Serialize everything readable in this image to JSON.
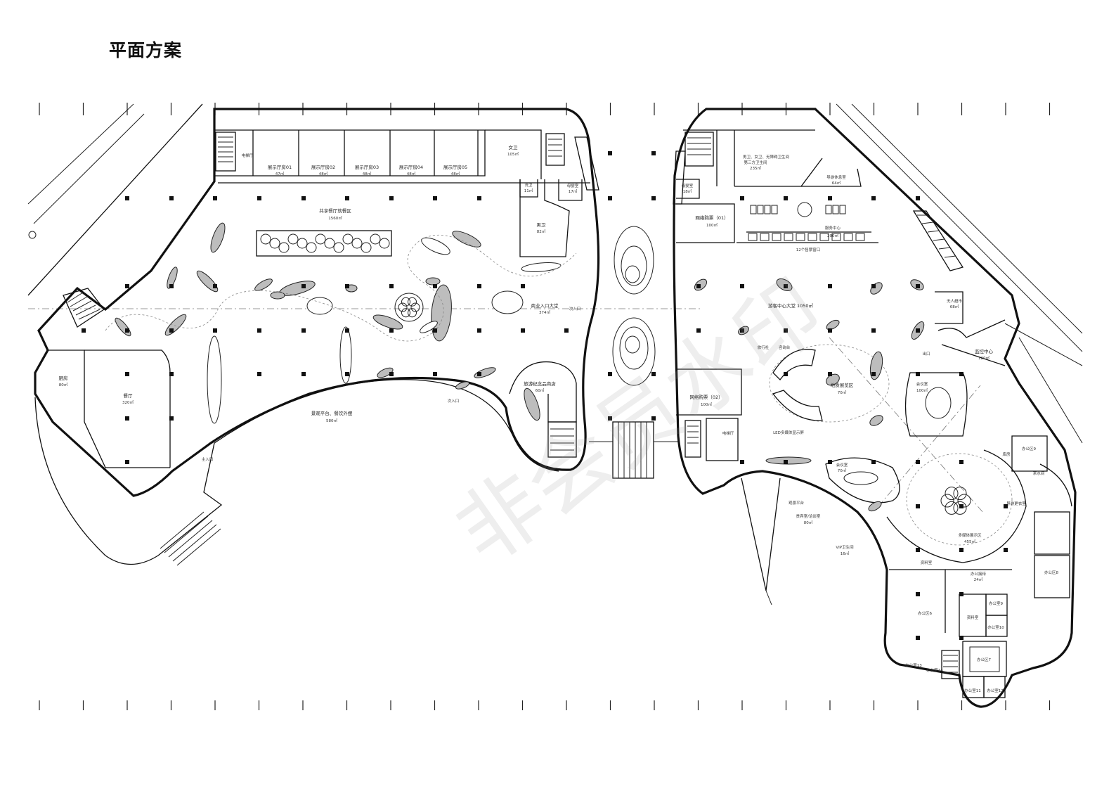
{
  "header": {
    "title": "平面方案"
  },
  "watermark": "非会员水印",
  "rooms": {
    "elevator_hall_1": "电梯厅",
    "ex_hall_01": "展示厅房01",
    "ex_hall_01_area": "47㎡",
    "ex_hall_02": "展示厅房02",
    "ex_hall_02_area": "48㎡",
    "ex_hall_03": "展示厅房03",
    "ex_hall_03_area": "48㎡",
    "ex_hall_04": "展示厅房04",
    "ex_hall_04_area": "48㎡",
    "ex_hall_05": "展示厅房05",
    "ex_hall_05_area": "48㎡",
    "female_wc": "女卫",
    "female_wc_area": "105㎡",
    "janitor": "洗卫",
    "janitor_area": "11㎡",
    "mother_room": "母婴室",
    "mother_room_area": "17㎡",
    "male_wc": "男卫",
    "male_wc_area": "82㎡",
    "shared_hall": "共享餐厅就餐区",
    "shared_hall_area": "1560㎡",
    "lobby": "商业入口大堂",
    "lobby_area": "374㎡",
    "kitchen": "厨房",
    "kitchen_area": "80㎡",
    "restaurant": "餐厅",
    "restaurant_area": "320㎡",
    "terrace": "景观平台、餐饮外摆",
    "terrace_area": "580㎡",
    "souvenir": "旅游纪念品商店",
    "souvenir_area": "60㎡",
    "sub_entry": "次入口",
    "main_entry": "主入口",
    "wc_combo": "男卫、女卫、无障碍卫生间",
    "wc_combo_2": "第三方卫生间",
    "wc_combo_area": "235㎡",
    "guide_rest": "导游休息室",
    "guide_rest_area": "64㎡",
    "mother_room_r": "母婴室",
    "mother_room_r_area": "18㎡",
    "net_ticket_1": "网络购票（01）",
    "net_ticket_1_area": "100㎡",
    "service_center": "服务中心",
    "service_center_area": "200㎡",
    "ticket_windows": "12个售票窗口",
    "service_lobby": "游客中心大堂 1050㎡",
    "unmanned": "无人超市",
    "unmanned_area": "68㎡",
    "monitor": "监控中心",
    "monitor_area": "120㎡",
    "travel_agency": "旅行社",
    "consult": "咨询台",
    "led": "LED多媒体显示屏",
    "sand_table": "地质展览区",
    "sand_table_area": "70㎡",
    "net_ticket_2": "网络购票（02）",
    "net_ticket_2_area": "100㎡",
    "elevator_hall_2": "电梯厅",
    "meeting_1": "会议室",
    "meeting_1_area": "100㎡",
    "meeting_2": "会议室",
    "meeting_2_area": "70㎡",
    "viewing": "观景平台",
    "vip": "贵宾室/洽谈室",
    "vip_area": "80㎡",
    "vip_wc": "VIP卫生间",
    "vip_wc_area": "16㎡",
    "multimedia": "多媒体展示区",
    "multimedia_area": "455㎡",
    "office_reception": "办公接待",
    "office_reception_area": "24㎡",
    "office_6": "办公区6",
    "office_7": "办公区7",
    "office_8": "办公区8",
    "office_9": "办公区9",
    "office_s9": "办公室9",
    "office_s10": "办公室10",
    "office_s11": "办公室11",
    "office_s12": "办公室12",
    "office_s13": "办公室13",
    "office_s14": "办公室14",
    "data_room": "资料室",
    "data_room_2": "资料室",
    "tea_room": "茶水间",
    "storage": "库房",
    "guide_changing": "导游更衣室",
    "exit": "出口"
  },
  "colors": {
    "line": "#111111",
    "pod": "#bdbdbd",
    "watermark": "#969696"
  }
}
